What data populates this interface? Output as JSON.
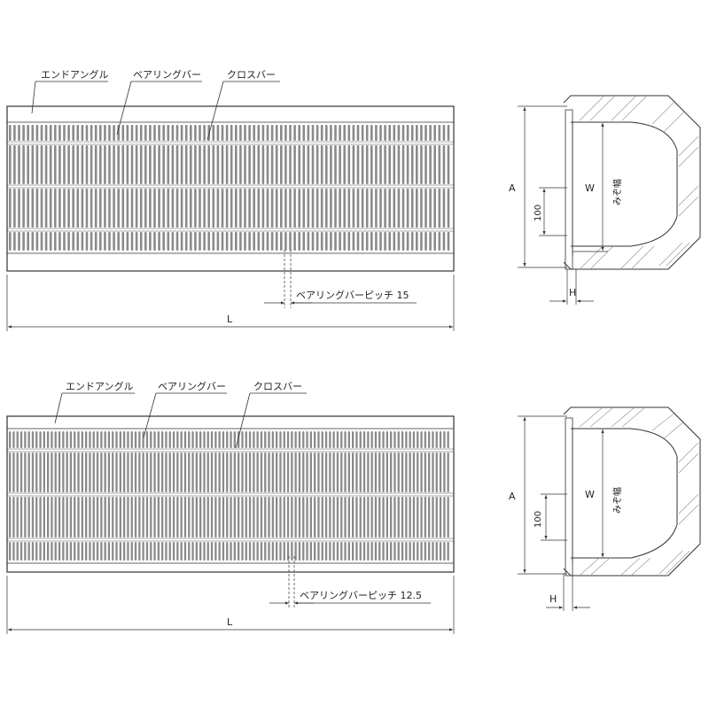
{
  "top": {
    "labels": {
      "end_angle": "エンドアングル",
      "bearing_bar": "ベアリングバー",
      "cross_bar": "クロスバー",
      "pitch": "ベアリングバーピッチ 15"
    },
    "dims": {
      "L": "L",
      "A": "A",
      "W": "W",
      "H": "H",
      "d100": "100",
      "groove_width": "みぞ幅"
    }
  },
  "bottom": {
    "labels": {
      "end_angle": "エンドアングル",
      "bearing_bar": "ベアリングバー",
      "cross_bar": "クロスバー",
      "pitch": "ベアリングバーピッチ 12.5"
    },
    "dims": {
      "L": "L",
      "A": "A",
      "W": "W",
      "H": "H",
      "d100": "100",
      "groove_width": "みぞ幅"
    }
  },
  "colors": {
    "line": "#333333",
    "bar": "#8a8a8a",
    "hatch": "#9a9a9a"
  }
}
